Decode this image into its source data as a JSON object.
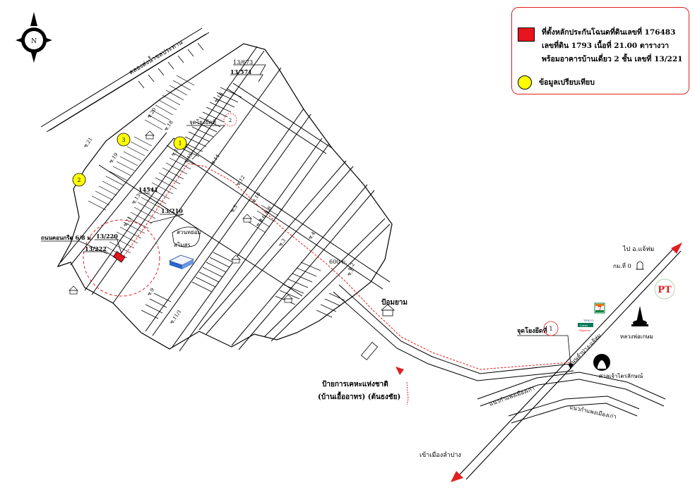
{
  "north_arrow": {
    "letter": "N"
  },
  "legend": {
    "subject_lines": [
      "ที่ตั้งหลักประกันโฉนดที่ดินเลขที่ 176483",
      "เลขที่ดิน 1793 เนื้อที่ 21.00 ตารางวา",
      "พร้อมอาคารบ้านเดี่ยว 2 ชั้น เลขที่ 13/221"
    ],
    "comparable_label": "ข้อมูลเปรียบเทียบ",
    "colors": {
      "subject": "#e8141e",
      "comparable": "#ffff00",
      "border": "#e02020"
    }
  },
  "labels": {
    "canal": "คลองส่งน้ำชลประทาน",
    "house_13_673": "13/673",
    "house_13_571": "13/571",
    "observe_point_2": "จุดโยงยึดที่",
    "observe_point_2_num": "2",
    "lot_14541": "14541",
    "house_13_210": "13/210",
    "house_13_220": "13/220",
    "house_13_222": "13/222",
    "concrete_road": "ถนนคอนกรีต 6/8 ม.",
    "garden_name": "สวนหย่อม",
    "clubhouse": "สโมสร",
    "distance": "600 ม.",
    "guard_post": "ป้อมยาม",
    "project_sign_line1": "ป้ายการเคหะแห่งชาติ",
    "project_sign_line2": "(บ้านเอื้ออาทร) (ต้นธงชัย)",
    "observe_point_1": "จุดโยงยึดที่",
    "observe_point_1_num": "1",
    "to_chae_hom": "ไป อ.แจ้ห่ม",
    "km_0": "กม.ที่ 0",
    "luang_pho_kasem": "หลวงพ่อเกษม",
    "shrine": "ศาลเจ้าไตรลักษณ์",
    "old_city_wall_1": "แนวกำแพงเมืองเก่า",
    "old_city_wall_2": "แนวกำแพงเมืองเก่า",
    "to_lampang": "เข้าเมืองลำปาง",
    "main_road": "ถนนลำปาง-แจ้ห่ม",
    "tesco_line1": "TESCO",
    "tesco_line2": "Lotus",
    "tesco_line3": "Express",
    "pt_logo": "PT",
    "seven_eleven": "7"
  },
  "comparables": [
    "1",
    "2",
    "3"
  ],
  "sois": [
    "ซ.1",
    "ซ.2",
    "ซ.4",
    "ซ.6",
    "ซ.8",
    "ซ.10",
    "ซ.12",
    "ซ.14",
    "ซ.16",
    "ซ.3",
    "ซ.5",
    "ซ.7",
    "ซ.9",
    "ซ.11",
    "ซ.13",
    "ซ.15",
    "ซ.17",
    "ซ.18",
    "ซ.19",
    "ซ.20",
    "ซ.21",
    "ซ.11/1"
  ]
}
